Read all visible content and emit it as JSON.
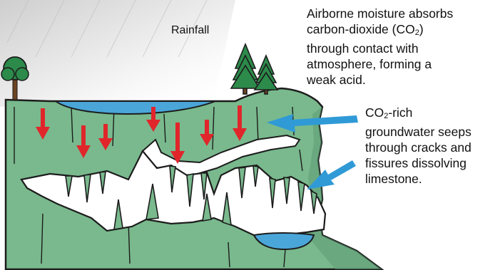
{
  "labels": {
    "rainfall": "Rainfall",
    "moisture": {
      "line1": "Airborne moisture absorbs",
      "line2_pre": "carbon-dioxide (CO",
      "line2_sub": "2",
      "line2_post": ")",
      "line3": "through contact with",
      "line4": "atmosphere, forming a",
      "line5": "weak acid."
    },
    "groundwater": {
      "line1_pre": "CO",
      "line1_sub": "2",
      "line1_post": "-rich",
      "line2": "groundwater seeps",
      "line3": "through cracks and",
      "line4": "fissures dissolving",
      "line5": "limestone."
    }
  },
  "colors": {
    "limestone": "#79b98d",
    "limestone_dark": "#5e9d74",
    "outline": "#1c1c1c",
    "water": "#4aa6d9",
    "rain_arrow": "#e0262b",
    "flow_arrow": "#2f9ad6",
    "foliage": "#2c8a4a",
    "trunk": "#6b4423",
    "sky_haze": "#dcdcdc"
  },
  "icons": [
    "tree-icon",
    "pine-tree-icon",
    "rain-arrow-icon",
    "flow-arrow-icon"
  ]
}
